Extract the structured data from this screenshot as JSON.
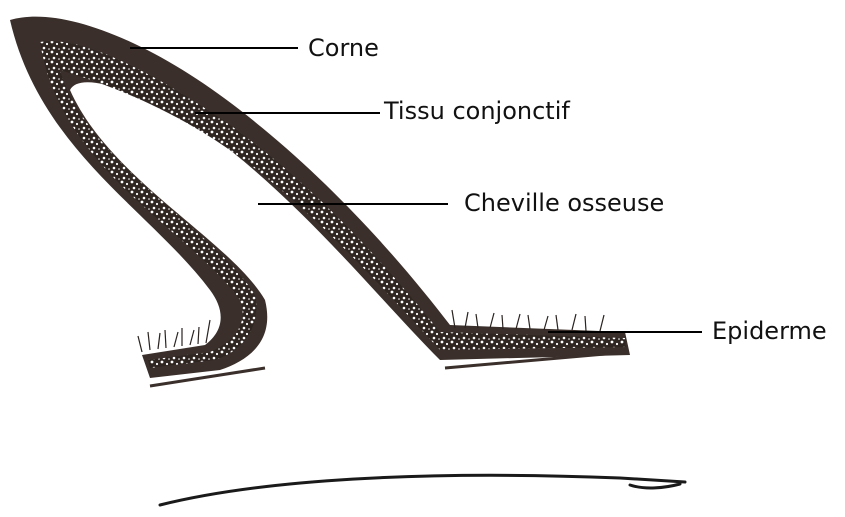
{
  "labels": {
    "corne": "Corne",
    "tissu_conjonctif": "Tissu conjonctif",
    "cheville_osseuse": "Cheville osseuse",
    "epiderme": "Epiderme"
  },
  "colors": {
    "horn": "#3a2f2a",
    "connective_tissue_speckle": "#ffffff",
    "leader_lines": "#000000",
    "background": "#ffffff"
  }
}
